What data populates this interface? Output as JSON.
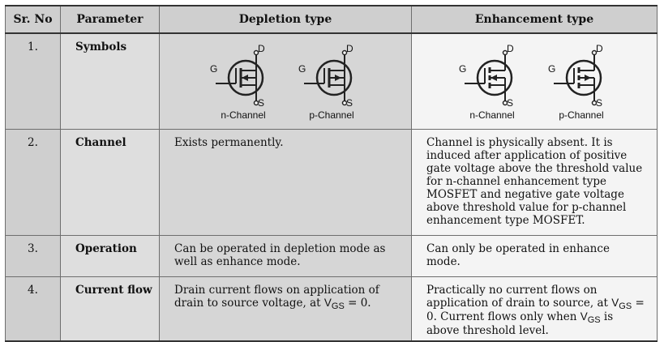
{
  "headers": {
    "sr_no": "Sr. No",
    "parameter": "Parameter",
    "depletion": "Depletion type",
    "enhancement": "Enhancement type"
  },
  "rows": [
    {
      "sr": "1.",
      "param": "Symbols"
    },
    {
      "sr": "2.",
      "param": "Channel",
      "depletion": "Exists permanently.",
      "enhancement": "Channel is physically absent. It is induced after application of positive gate voltage above the threshold value for n-channel enhancement type MOSFET and negative gate voltage above threshold value for p-channel enhancement type MOSFET."
    },
    {
      "sr": "3.",
      "param": "Operation",
      "depletion": "Can be operated in depletion mode as well as enhance mode.",
      "enhancement": "Can only be operated in enhance mode."
    },
    {
      "sr": "4.",
      "param": "Current flow",
      "depletion_before": "Drain current flows on application of drain to source voltage, at",
      "depletion_after": "= 0.",
      "enhancement_before": "Practically no current flows on application of drain to source, at",
      "enhancement_middle": "= 0. Current flows only when",
      "enhancement_after": "is above threshold level."
    }
  ],
  "vgs": {
    "v": "V",
    "sub": "GS"
  },
  "symbols": {
    "gate": "G",
    "drain": "D",
    "source": "S",
    "n_channel": "n-Channel",
    "p_channel": "p-Channel"
  }
}
